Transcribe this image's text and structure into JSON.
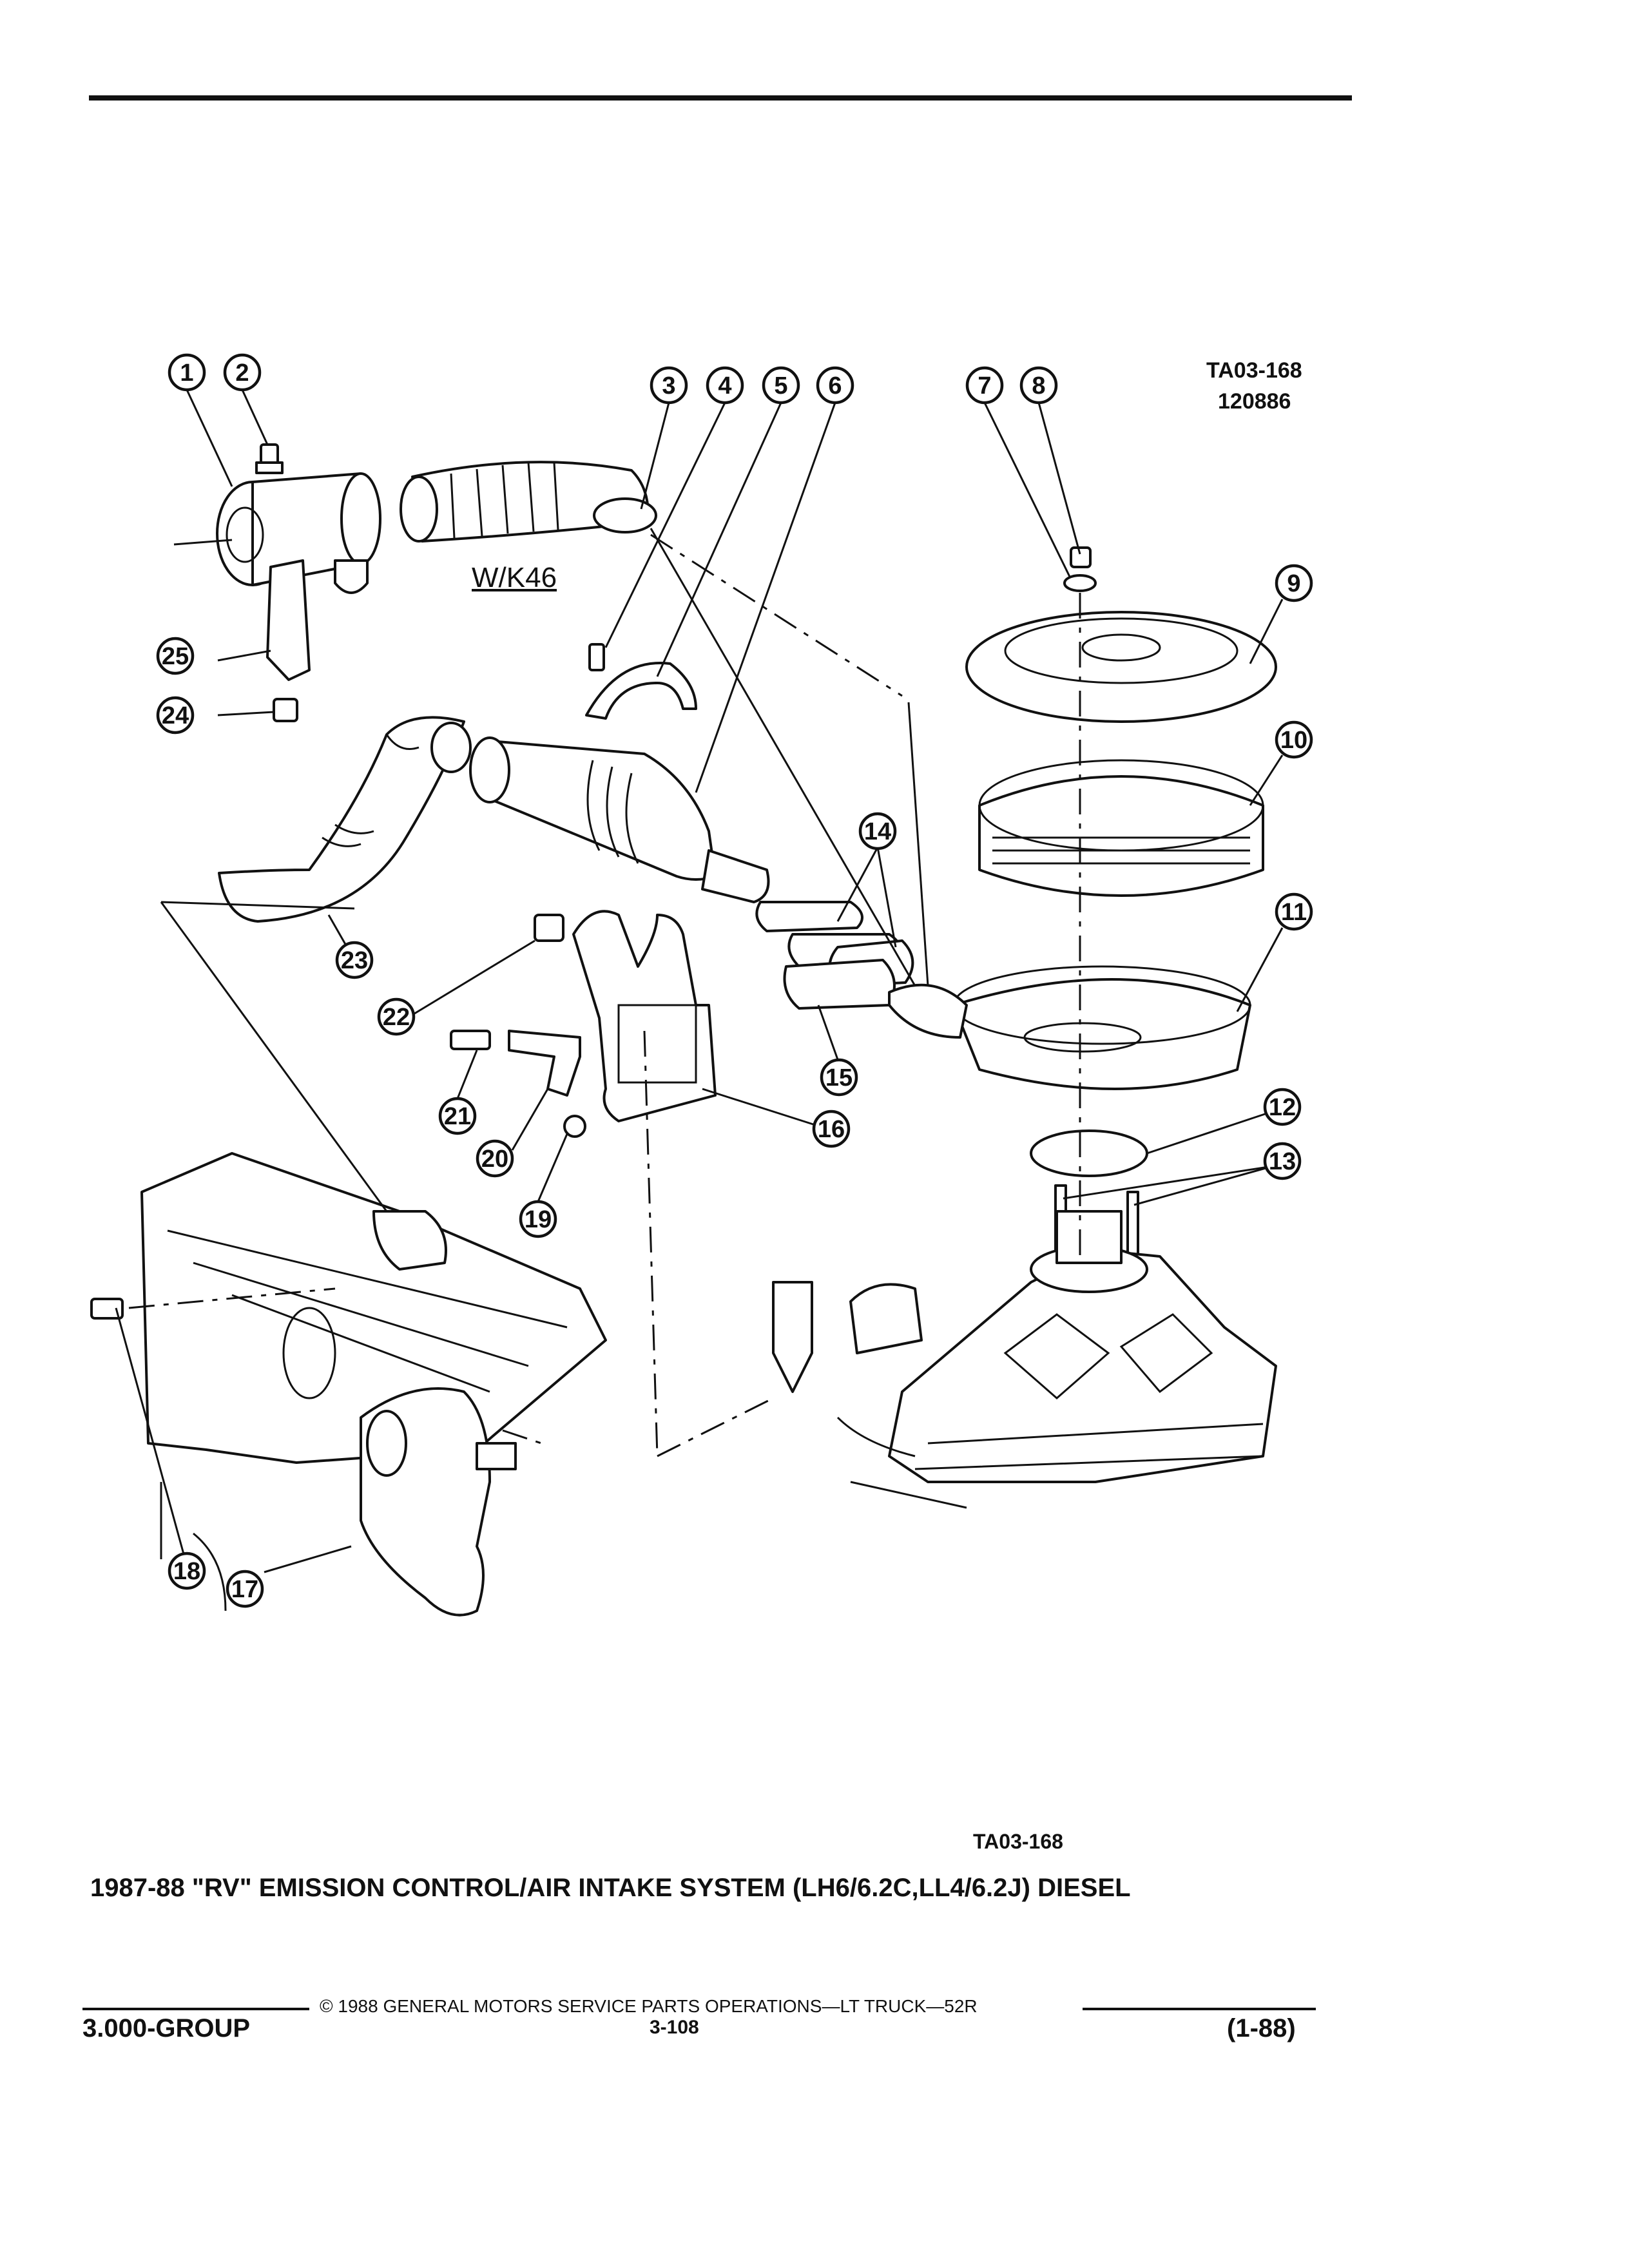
{
  "figure": {
    "ref_code_top": "TA03-168",
    "ref_number": "120886",
    "variant_label": "W/K46",
    "ref_code_bottom": "TA03-168",
    "title": "1987-88 \"RV\" EMISSION CONTROL/AIR INTAKE SYSTEM (LH6/6.2C,LL4/6.2J) DIESEL"
  },
  "callouts": [
    "1",
    "2",
    "3",
    "4",
    "5",
    "6",
    "7",
    "8",
    "9",
    "10",
    "11",
    "12",
    "13",
    "14",
    "15",
    "16",
    "17",
    "18",
    "19",
    "20",
    "21",
    "22",
    "23",
    "24",
    "25"
  ],
  "footer": {
    "copyright": "© 1988 GENERAL MOTORS SERVICE PARTS OPERATIONS—LT TRUCK—52R",
    "group": "3.000-GROUP",
    "page_number": "3-108",
    "date_code": "(1-88)"
  }
}
